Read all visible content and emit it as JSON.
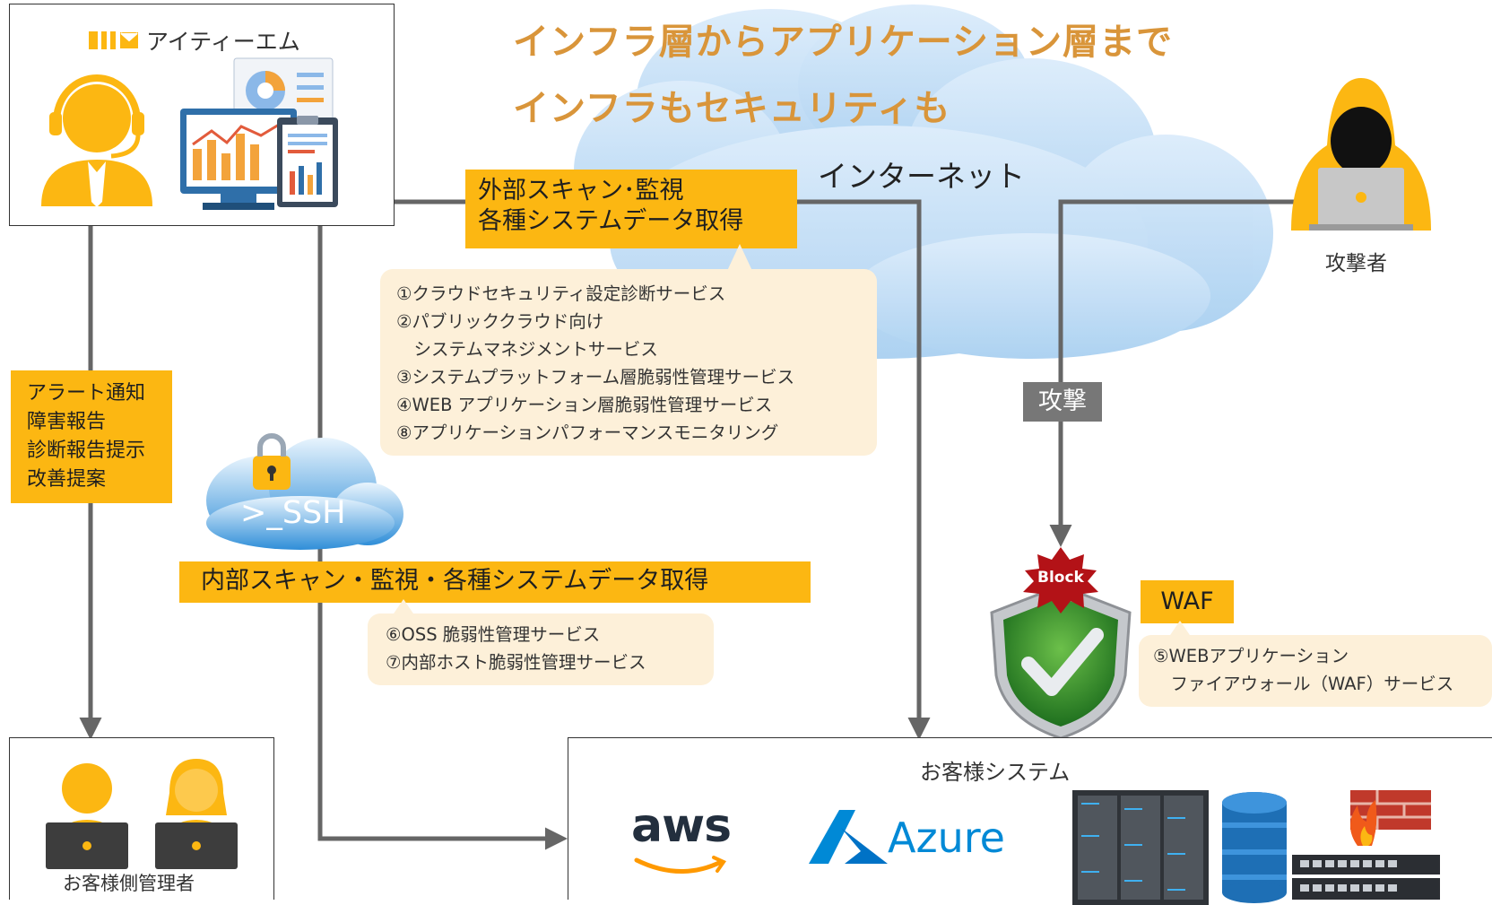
{
  "headline": {
    "line1": "インフラ層からアプリケーション層まで",
    "line2": "インフラもセキュリティも"
  },
  "internet": {
    "label": "インターネット"
  },
  "itm": {
    "logo_text": "アイティーエム"
  },
  "attacker": {
    "label": "攻撃者"
  },
  "external_scan": {
    "label_line1": "外部スキャン･監視",
    "label_line2": "各種システムデータ取得",
    "services": [
      "①クラウドセキュリティ設定診断サービス",
      "②パブリッククラウド向け",
      "　システムマネジメントサービス",
      "③システムプラットフォーム層脆弱性管理サービス",
      "④WEB アプリケーション層脆弱性管理サービス",
      "⑧アプリケーションパフォーマンスモニタリング"
    ]
  },
  "alerts": {
    "items": [
      "アラート通知",
      "障害報告",
      "診断報告提示",
      "改善提案"
    ]
  },
  "ssh": {
    "label": ">_SSH"
  },
  "internal_scan": {
    "label": "内部スキャン・監視・各種システムデータ取得",
    "services": [
      "⑥OSS 脆弱性管理サービス",
      "⑦内部ホスト脆弱性管理サービス"
    ]
  },
  "attack": {
    "label": "攻撃"
  },
  "block": {
    "label": "Block"
  },
  "waf": {
    "label": "WAF",
    "services": [
      "⑤WEBアプリケーション",
      "　ファイアウォール（WAF）サービス"
    ]
  },
  "customer_admin": {
    "label": "お客様側管理者"
  },
  "customer_system": {
    "label": "お客様システム"
  },
  "aws": {
    "label": "aws"
  },
  "azure": {
    "label": "Azure"
  },
  "colors": {
    "orange": "#fcb712",
    "headline": "#d9953a",
    "note_bg": "#fdf0d9",
    "cloud_blue": "#bcdcf5",
    "arrow_gray": "#666666"
  }
}
